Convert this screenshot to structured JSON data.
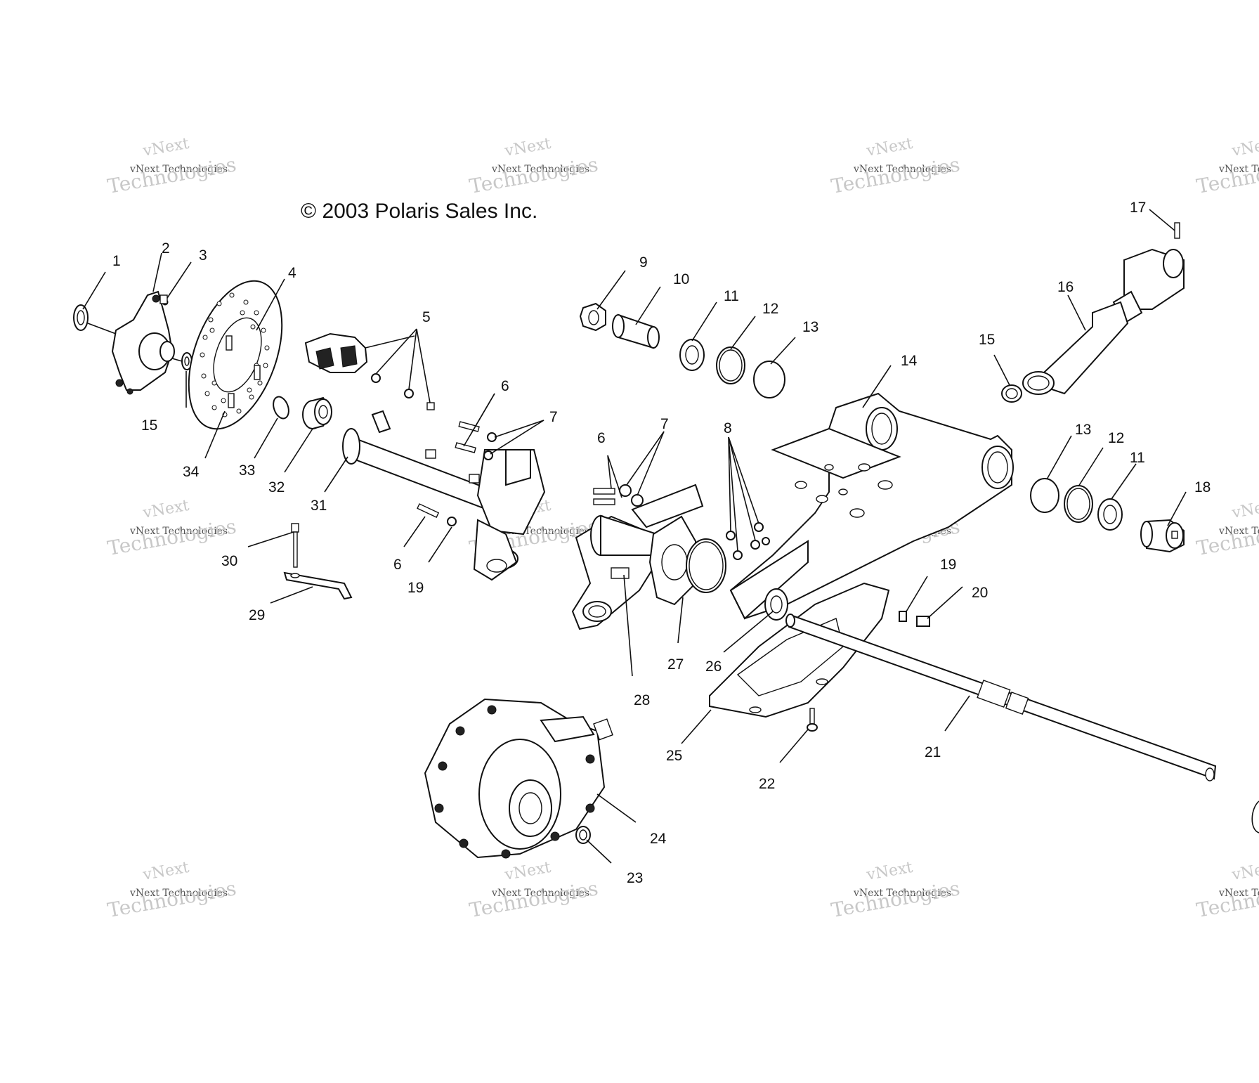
{
  "copyright": "© 2003 Polaris Sales Inc.",
  "watermark": {
    "line1": "vNext",
    "line2": "vNext Technologies",
    "line3": "Technologies"
  },
  "callouts": [
    {
      "id": "c1",
      "text": "1"
    },
    {
      "id": "c2",
      "text": "2"
    },
    {
      "id": "c3",
      "text": "3"
    },
    {
      "id": "c4",
      "text": "4"
    },
    {
      "id": "c5",
      "text": "5"
    },
    {
      "id": "c6a",
      "text": "6"
    },
    {
      "id": "c6b",
      "text": "6"
    },
    {
      "id": "c6c",
      "text": "6"
    },
    {
      "id": "c7a",
      "text": "7"
    },
    {
      "id": "c7b",
      "text": "7"
    },
    {
      "id": "c8",
      "text": "8"
    },
    {
      "id": "c9",
      "text": "9"
    },
    {
      "id": "c10",
      "text": "10"
    },
    {
      "id": "c11a",
      "text": "11"
    },
    {
      "id": "c11b",
      "text": "11"
    },
    {
      "id": "c12a",
      "text": "12"
    },
    {
      "id": "c12b",
      "text": "12"
    },
    {
      "id": "c13a",
      "text": "13"
    },
    {
      "id": "c13b",
      "text": "13"
    },
    {
      "id": "c14",
      "text": "14"
    },
    {
      "id": "c15a",
      "text": "15"
    },
    {
      "id": "c15b",
      "text": "15"
    },
    {
      "id": "c16",
      "text": "16"
    },
    {
      "id": "c17",
      "text": "17"
    },
    {
      "id": "c18",
      "text": "18"
    },
    {
      "id": "c19a",
      "text": "19"
    },
    {
      "id": "c19b",
      "text": "19"
    },
    {
      "id": "c20",
      "text": "20"
    },
    {
      "id": "c21",
      "text": "21"
    },
    {
      "id": "c22",
      "text": "22"
    },
    {
      "id": "c23",
      "text": "23"
    },
    {
      "id": "c24",
      "text": "24"
    },
    {
      "id": "c25",
      "text": "25"
    },
    {
      "id": "c26",
      "text": "26"
    },
    {
      "id": "c27",
      "text": "27"
    },
    {
      "id": "c28",
      "text": "28"
    },
    {
      "id": "c29",
      "text": "29"
    },
    {
      "id": "c30",
      "text": "30"
    },
    {
      "id": "c31",
      "text": "31"
    },
    {
      "id": "c32",
      "text": "32"
    },
    {
      "id": "c33",
      "text": "33"
    },
    {
      "id": "c34",
      "text": "34"
    }
  ]
}
